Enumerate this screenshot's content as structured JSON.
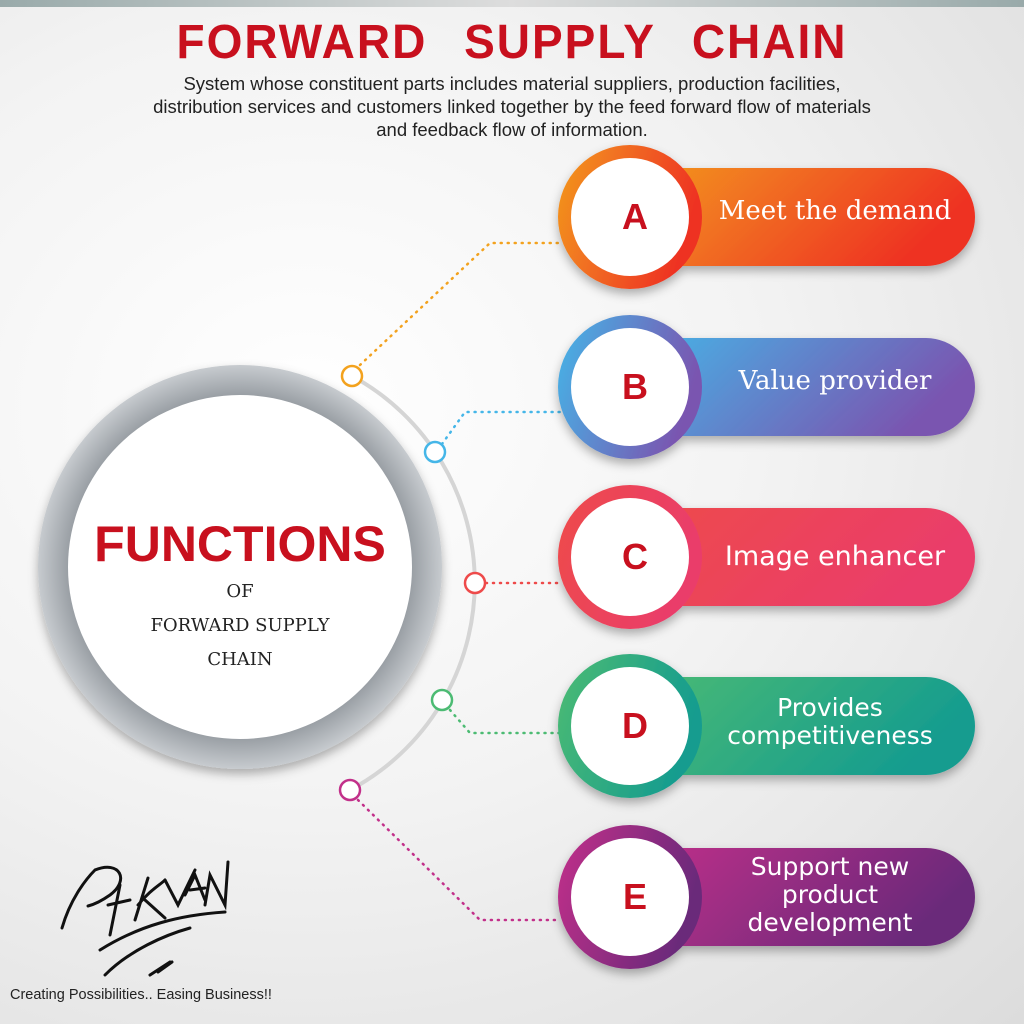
{
  "header": {
    "title": "FORWARD SUPPLY CHAIN",
    "description_lines": [
      "System whose constituent parts includes material suppliers, production facilities,",
      "distribution services and customers linked together by the feed forward flow of materials",
      "and feedback flow of information."
    ]
  },
  "center": {
    "title": "FUNCTIONS",
    "line1": "OF",
    "line2": "FORWARD SUPPLY",
    "line3": "CHAIN"
  },
  "items": [
    {
      "letter": "A",
      "label": "Meet the demand",
      "color_start": "#f39a1e",
      "color_end": "#ee3124"
    },
    {
      "letter": "B",
      "label": "Value provider",
      "color_start": "#45b6e8",
      "color_end": "#7a55b0"
    },
    {
      "letter": "C",
      "label": "Image enhancer",
      "color_start": "#ee4a4a",
      "color_end": "#ea3d6b"
    },
    {
      "letter": "D",
      "label": "Provides competitiveness",
      "color_start": "#4cbb73",
      "color_end": "#159c8f"
    },
    {
      "letter": "E",
      "label": "Support new product development",
      "color_start": "#c2308a",
      "color_end": "#6a2a7a"
    }
  ],
  "footer": {
    "signature": "PIKVAN",
    "tagline": "Creating Possibilities.. Easing Business!!"
  }
}
